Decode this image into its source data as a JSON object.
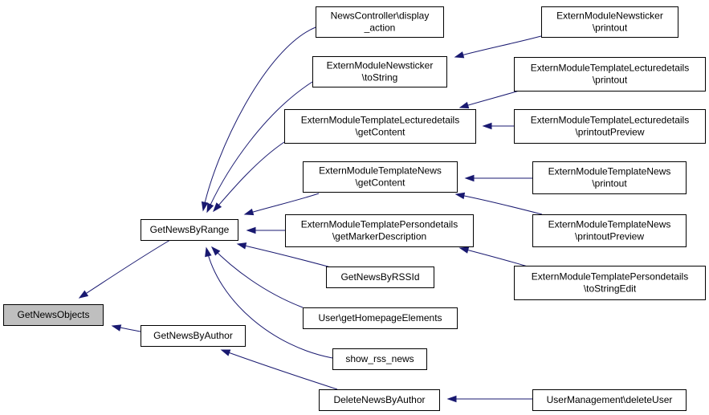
{
  "diagram": {
    "root": "GetNewsObjects",
    "nodes": {
      "getnewsobjects": [
        "GetNewsObjects"
      ],
      "getnewsbyrange": [
        "GetNewsByRange"
      ],
      "getnewsbyauthor": [
        "GetNewsByAuthor"
      ],
      "newscontroller_display_action": [
        "NewsController\\display",
        "_action"
      ],
      "externmodulenewsticker_tostring": [
        "ExternModuleNewsticker",
        "\\toString"
      ],
      "externmoduletemplatelecturedetails_getcontent": [
        "ExternModuleTemplateLecturedetails",
        "\\getContent"
      ],
      "externmoduletemplatenews_getcontent": [
        "ExternModuleTemplateNews",
        "\\getContent"
      ],
      "externmoduletemplatepersondetails_getmarkerdescription": [
        "ExternModuleTemplatePersondetails",
        "\\getMarkerDescription"
      ],
      "getnewsbyrssid": [
        "GetNewsByRSSId"
      ],
      "user_gethomepageelements": [
        "User\\getHomepageElements"
      ],
      "show_rss_news": [
        "show_rss_news"
      ],
      "deletenewsbyauthor": [
        "DeleteNewsByAuthor"
      ],
      "externmodulenewsticker_printout": [
        "ExternModuleNewsticker",
        "\\printout"
      ],
      "externmoduletemplatelecturedetails_printout": [
        "ExternModuleTemplateLecturedetails",
        "\\printout"
      ],
      "externmoduletemplatelecturedetails_printoutpreview": [
        "ExternModuleTemplateLecturedetails",
        "\\printoutPreview"
      ],
      "externmoduletemplatenews_printout": [
        "ExternModuleTemplateNews",
        "\\printout"
      ],
      "externmoduletemplatenews_printoutpreview": [
        "ExternModuleTemplateNews",
        "\\printoutPreview"
      ],
      "externmoduletemplatepersondetails_tostringedit": [
        "ExternModuleTemplatePersondetails",
        "\\toStringEdit"
      ],
      "usermanagement_deleteuser": [
        "UserManagement\\deleteUser"
      ]
    },
    "edges": [
      [
        "getnewsbyrange",
        "getnewsobjects"
      ],
      [
        "getnewsbyauthor",
        "getnewsobjects"
      ],
      [
        "newscontroller_display_action",
        "getnewsbyrange"
      ],
      [
        "externmodulenewsticker_tostring",
        "getnewsbyrange"
      ],
      [
        "externmoduletemplatelecturedetails_getcontent",
        "getnewsbyrange"
      ],
      [
        "externmoduletemplatenews_getcontent",
        "getnewsbyrange"
      ],
      [
        "externmoduletemplatepersondetails_getmarkerdescription",
        "getnewsbyrange"
      ],
      [
        "getnewsbyrssid",
        "getnewsbyrange"
      ],
      [
        "user_gethomepageelements",
        "getnewsbyrange"
      ],
      [
        "show_rss_news",
        "getnewsbyrange"
      ],
      [
        "deletenewsbyauthor",
        "getnewsbyauthor"
      ],
      [
        "externmodulenewsticker_printout",
        "externmodulenewsticker_tostring"
      ],
      [
        "externmoduletemplatelecturedetails_printout",
        "externmoduletemplatelecturedetails_getcontent"
      ],
      [
        "externmoduletemplatelecturedetails_printoutpreview",
        "externmoduletemplatelecturedetails_getcontent"
      ],
      [
        "externmoduletemplatenews_printout",
        "externmoduletemplatenews_getcontent"
      ],
      [
        "externmoduletemplatenews_printoutpreview",
        "externmoduletemplatenews_getcontent"
      ],
      [
        "externmoduletemplatepersondetails_tostringedit",
        "externmoduletemplatepersondetails_getmarkerdescription"
      ],
      [
        "usermanagement_deleteuser",
        "deletenewsbyauthor"
      ]
    ],
    "colors": {
      "edge": "#191970",
      "root_fill": "#bfbfbf",
      "node_fill": "#ffffff",
      "node_border": "#000000"
    }
  }
}
